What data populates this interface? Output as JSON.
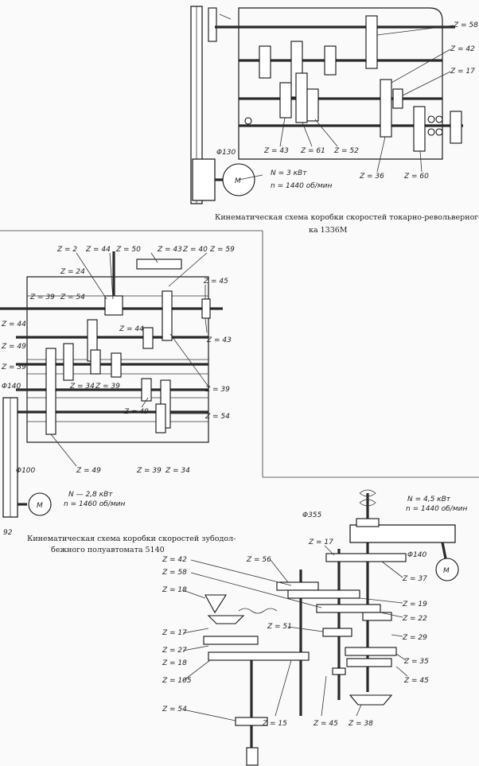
{
  "scheme_1": {
    "caption_line1": "Кинематическая схема коробки скоростей токарно-револьверного ста",
    "caption_line2": "ка 1336М",
    "motor": {
      "symbol": "M",
      "power": "N = 3 кВт",
      "speed": "n = 1440 об/мин"
    },
    "pulley": "Φ130",
    "gear_labels": [
      "Z = 58",
      "Z = 42",
      "Z = 17",
      "Z = 43",
      "Z = 61",
      "Z = 52",
      "Z = 36",
      "Z = 60"
    ]
  },
  "scheme_2": {
    "caption_line1": "Кинематическая схема коробки скоростей зубодол-",
    "caption_line2": "бежного полуавтомата 5140",
    "motor": {
      "symbol": "M",
      "power": "N — 2,8 кВт",
      "speed": "n = 1460 об/мин"
    },
    "pulleys": [
      "Φ140",
      "Φ100"
    ],
    "page_mark": "92",
    "gear_labels": [
      "Z = 2",
      "Z = 44",
      "Z = 50",
      "Z = 43",
      "Z = 40",
      "Z = 59",
      "Z = 24",
      "Z = 45",
      "Z = 39",
      "Z = 54",
      "Z = 44",
      "Z = 43",
      "Z = 44",
      "Z = 49",
      "Z = 34",
      "Z = 39",
      "Z = 39",
      "Z = 39",
      "Z = 49",
      "Z = 54",
      "Z = 49",
      "Z = 39",
      "Z = 34"
    ]
  },
  "scheme_3": {
    "motor": {
      "symbol": "M",
      "power": "N = 4,5 кВт",
      "speed": "n = 1440 об/мин"
    },
    "pulleys": [
      "Φ355",
      "Φ140"
    ],
    "gear_labels": [
      "Z = 17",
      "Z = 37",
      "Z = 42",
      "Z = 56",
      "Z = 58",
      "Z = 19",
      "Z = 18",
      "Z = 22",
      "Z = 51",
      "Z = 29",
      "Z = 17",
      "Z = 27",
      "Z = 18",
      "Z = 35",
      "Z = 105",
      "Z = 45",
      "Z = 54",
      "Z = 15",
      "Z = 45",
      "Z = 38"
    ]
  }
}
